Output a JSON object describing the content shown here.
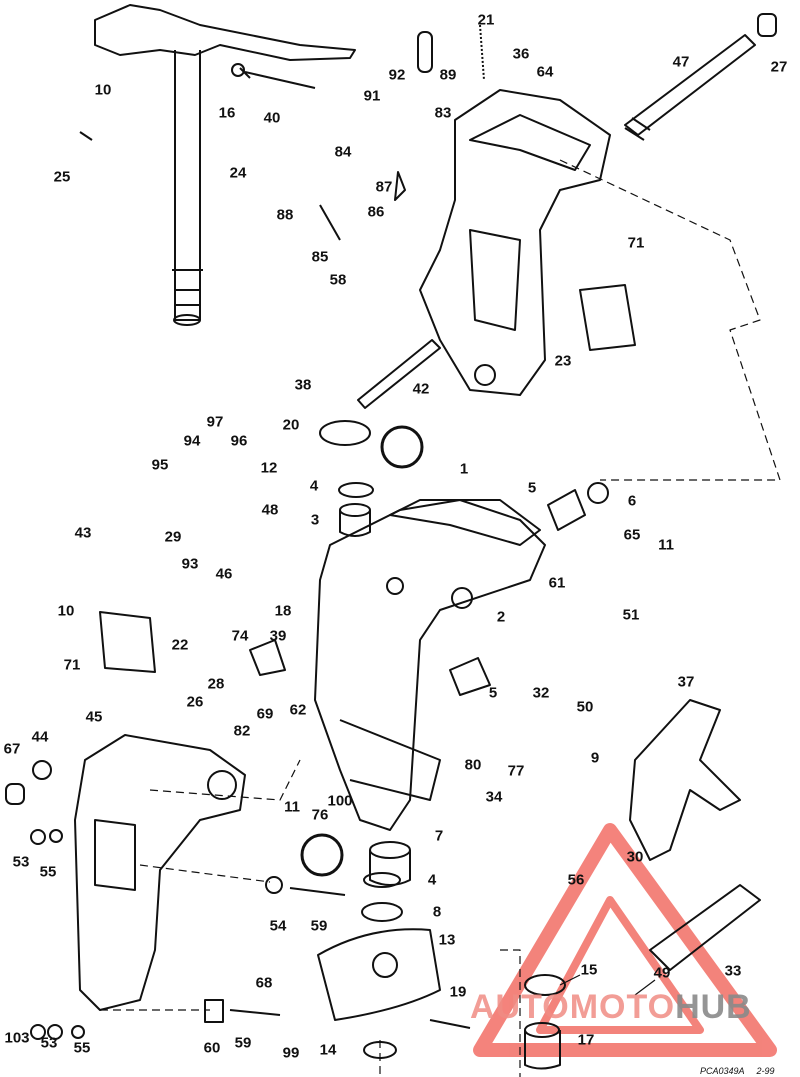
{
  "diagram_code": "PCA0349A",
  "diagram_date": "2-99",
  "watermark": {
    "part1": "AUTOMOTO",
    "part2": "HUB",
    "color_red": "#f08c84",
    "color_gray": "#8a8a8a"
  },
  "labels": [
    "21",
    "36",
    "64",
    "47",
    "27",
    "92",
    "89",
    "91",
    "83",
    "10",
    "16",
    "40",
    "25",
    "24",
    "84",
    "87",
    "86",
    "88",
    "85",
    "58",
    "71",
    "23",
    "38",
    "42",
    "20",
    "97",
    "94",
    "96",
    "95",
    "12",
    "1",
    "5",
    "6",
    "4",
    "48",
    "3",
    "29",
    "65",
    "11",
    "43",
    "93",
    "46",
    "18",
    "10",
    "61",
    "51",
    "74",
    "2",
    "22",
    "39",
    "71",
    "5",
    "32",
    "50",
    "37",
    "28",
    "26",
    "69",
    "62",
    "82",
    "45",
    "67",
    "44",
    "80",
    "77",
    "34",
    "9",
    "11",
    "76",
    "100",
    "7",
    "30",
    "56",
    "53",
    "55",
    "4",
    "8",
    "54",
    "59",
    "13",
    "33",
    "68",
    "19",
    "15",
    "49",
    "103",
    "53",
    "55",
    "60",
    "59",
    "99",
    "14",
    "17"
  ]
}
